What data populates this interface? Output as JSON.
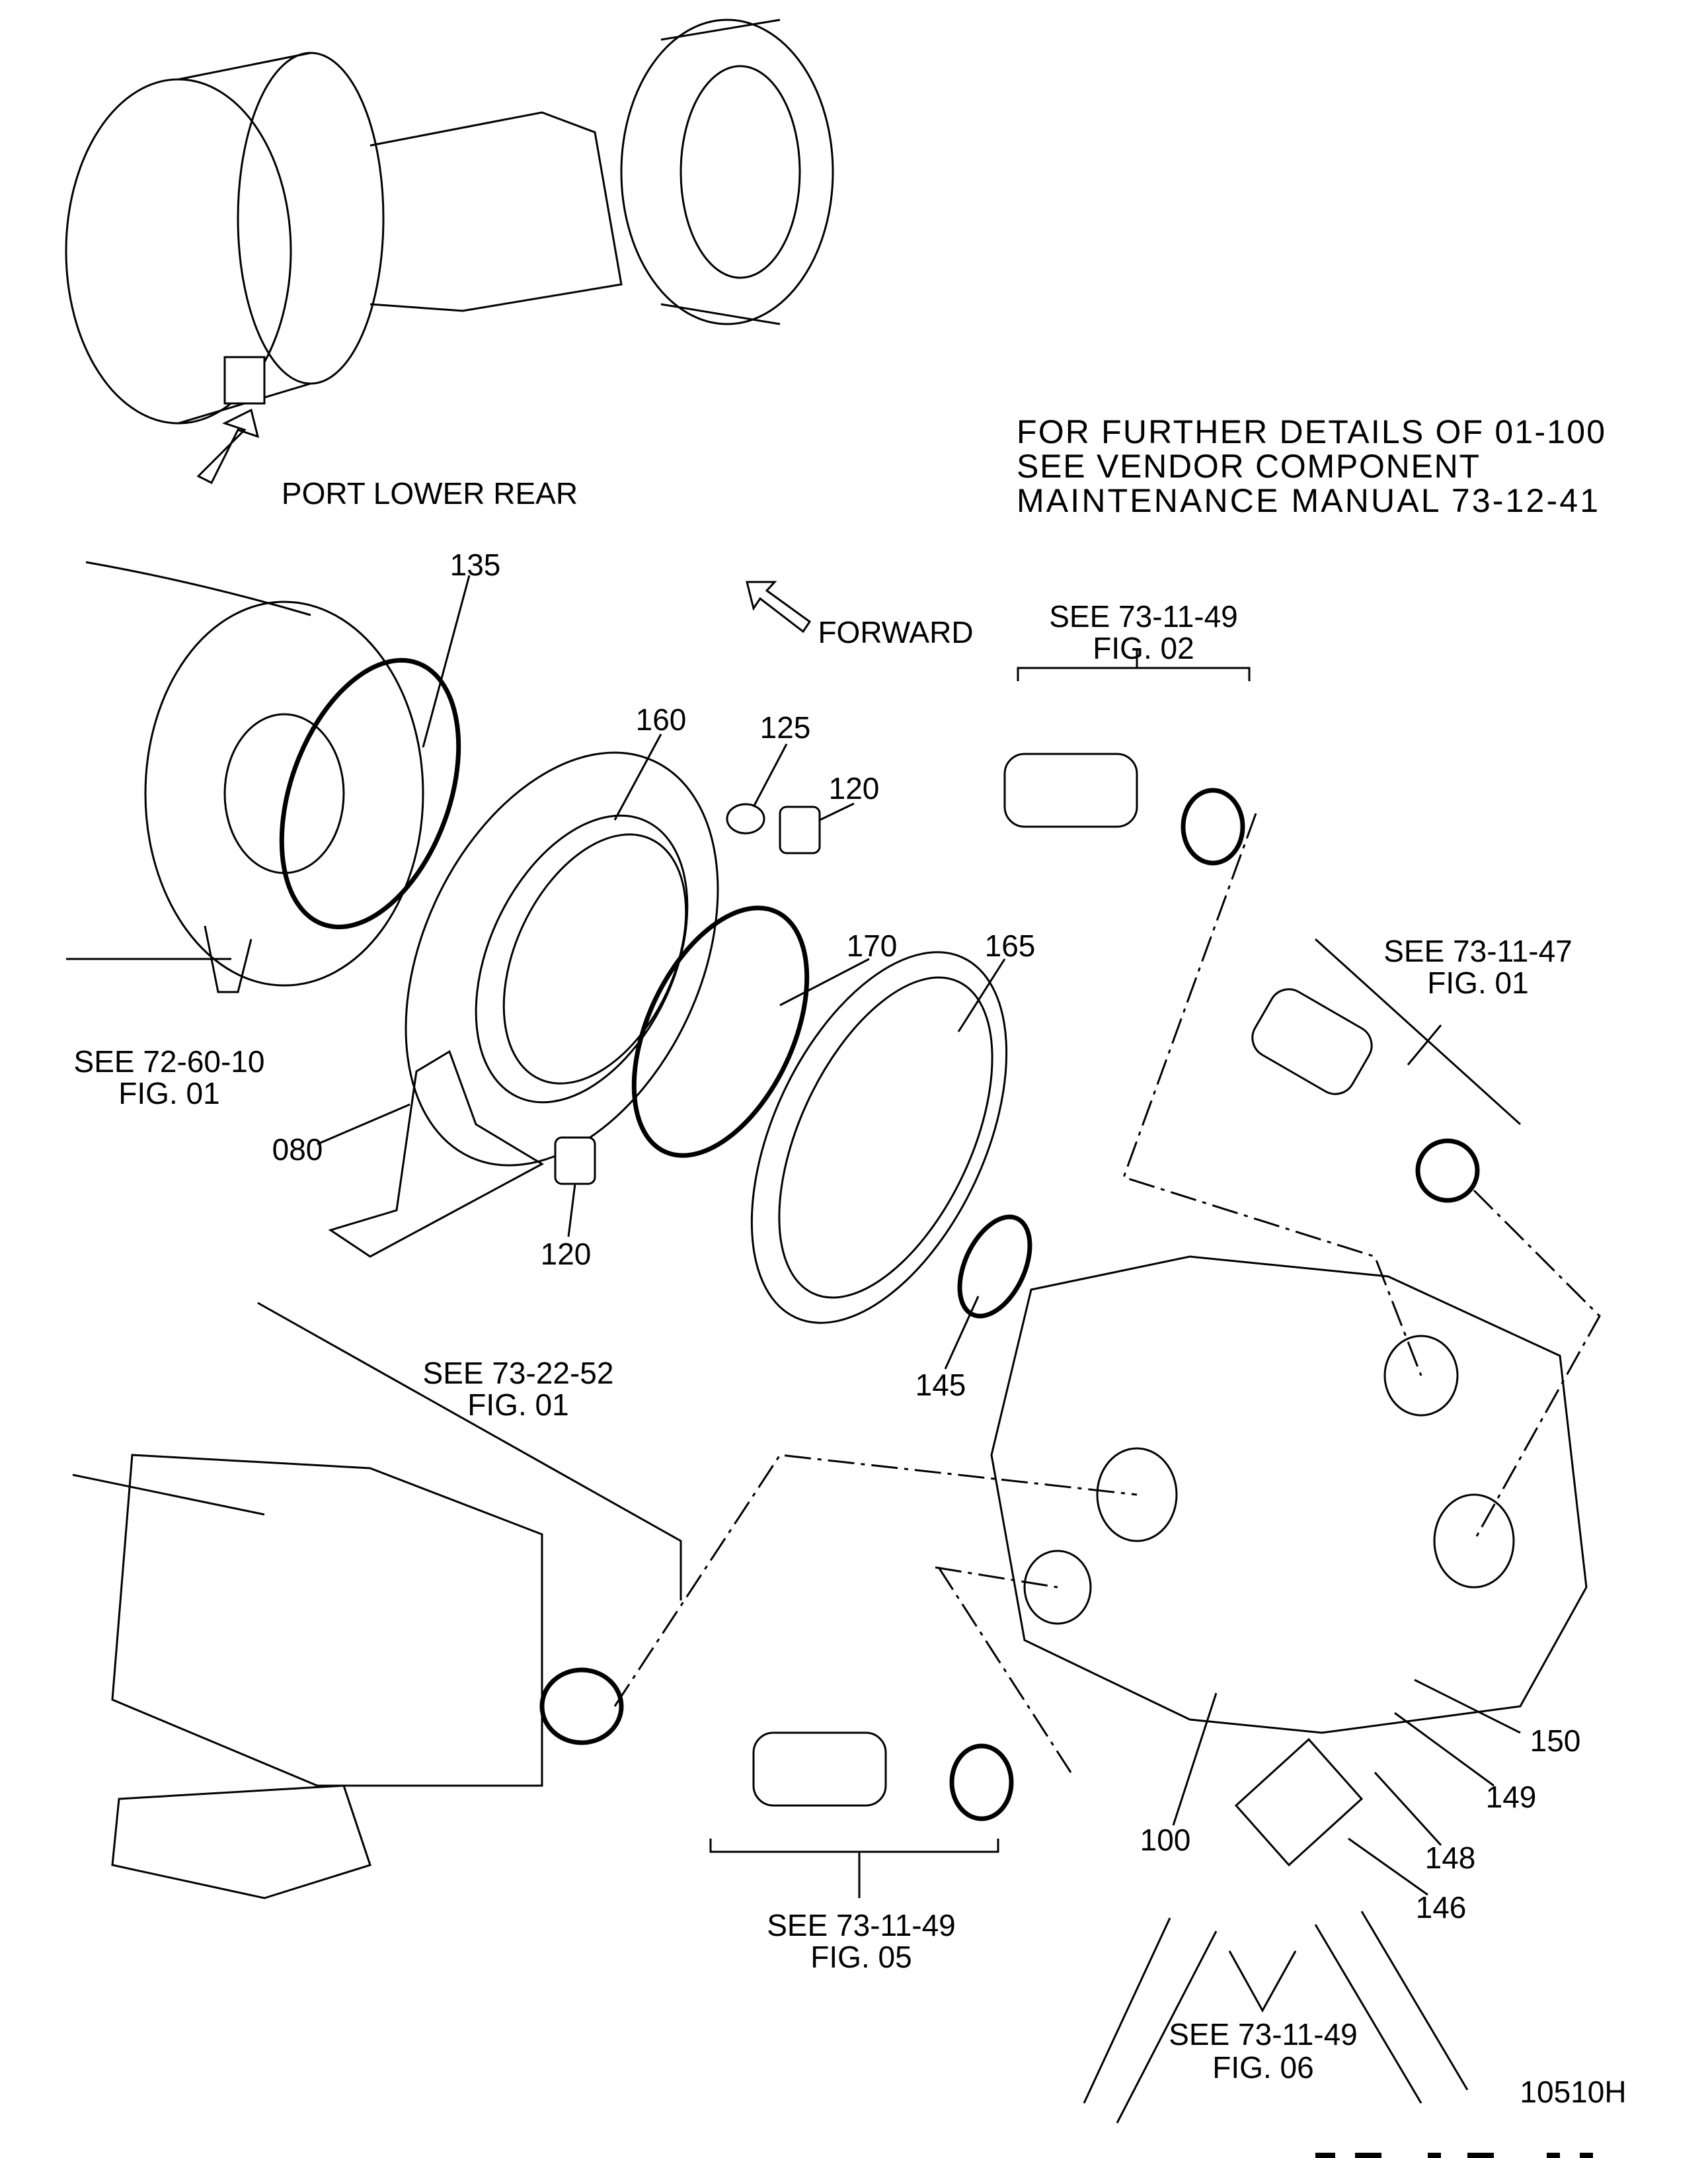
{
  "view_label": "PORT LOWER REAR",
  "note": {
    "line1": "FOR FURTHER DETAILS OF 01-100",
    "line2": "SEE VENDOR COMPONENT",
    "line3": "MAINTENANCE MANUAL 73-12-41"
  },
  "direction_label": "FORWARD",
  "callouts": {
    "c135": "135",
    "c160": "160",
    "c125": "125",
    "c120a": "120",
    "c170": "170",
    "c165": "165",
    "c080": "080",
    "c120b": "120",
    "c145": "145",
    "c150": "150",
    "c149": "149",
    "c148": "148",
    "c100": "100",
    "c146": "146"
  },
  "references": {
    "r1": {
      "ref": "SEE 73-11-49",
      "fig": "FIG. 02"
    },
    "r2": {
      "ref": "SEE 73-11-47",
      "fig": "FIG. 01"
    },
    "r3": {
      "ref": "SEE 72-60-10",
      "fig": "FIG. 01"
    },
    "r4": {
      "ref": "SEE 73-22-52",
      "fig": "FIG. 01"
    },
    "r5": {
      "ref": "SEE 73-11-49",
      "fig": "FIG. 05"
    },
    "r6": {
      "ref": "SEE 73-11-49",
      "fig": "FIG. 06"
    }
  },
  "drawing_number": "10510H"
}
